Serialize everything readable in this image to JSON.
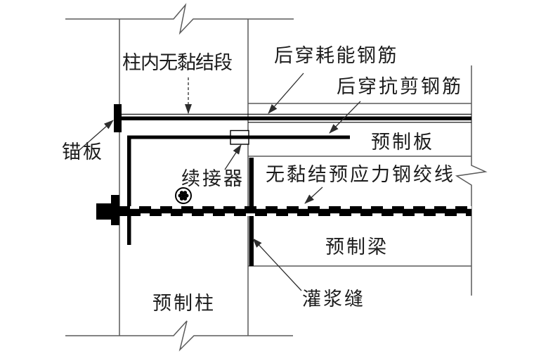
{
  "diagram": {
    "type": "engineering-detail-drawing",
    "labels": {
      "column_unbonded_segment": "柱内无黏结段",
      "energy_dissipating_rebar": "后穿耗能钢筋",
      "shear_rebar": "后穿抗剪钢筋",
      "anchor_plate": "锚板",
      "coupler": "续接器",
      "precast_slab": "预制板",
      "unbonded_prestressing_strand": "无黏结预应力钢绞线",
      "precast_beam": "预制梁",
      "grout_joint": "灌浆缝",
      "precast_column": "预制柱"
    },
    "colors": {
      "background": "#ffffff",
      "structure_line": "#5a5a5a",
      "ink": "#000000",
      "leader_line": "#2e2e2e",
      "text": "#1c1c1c"
    }
  }
}
